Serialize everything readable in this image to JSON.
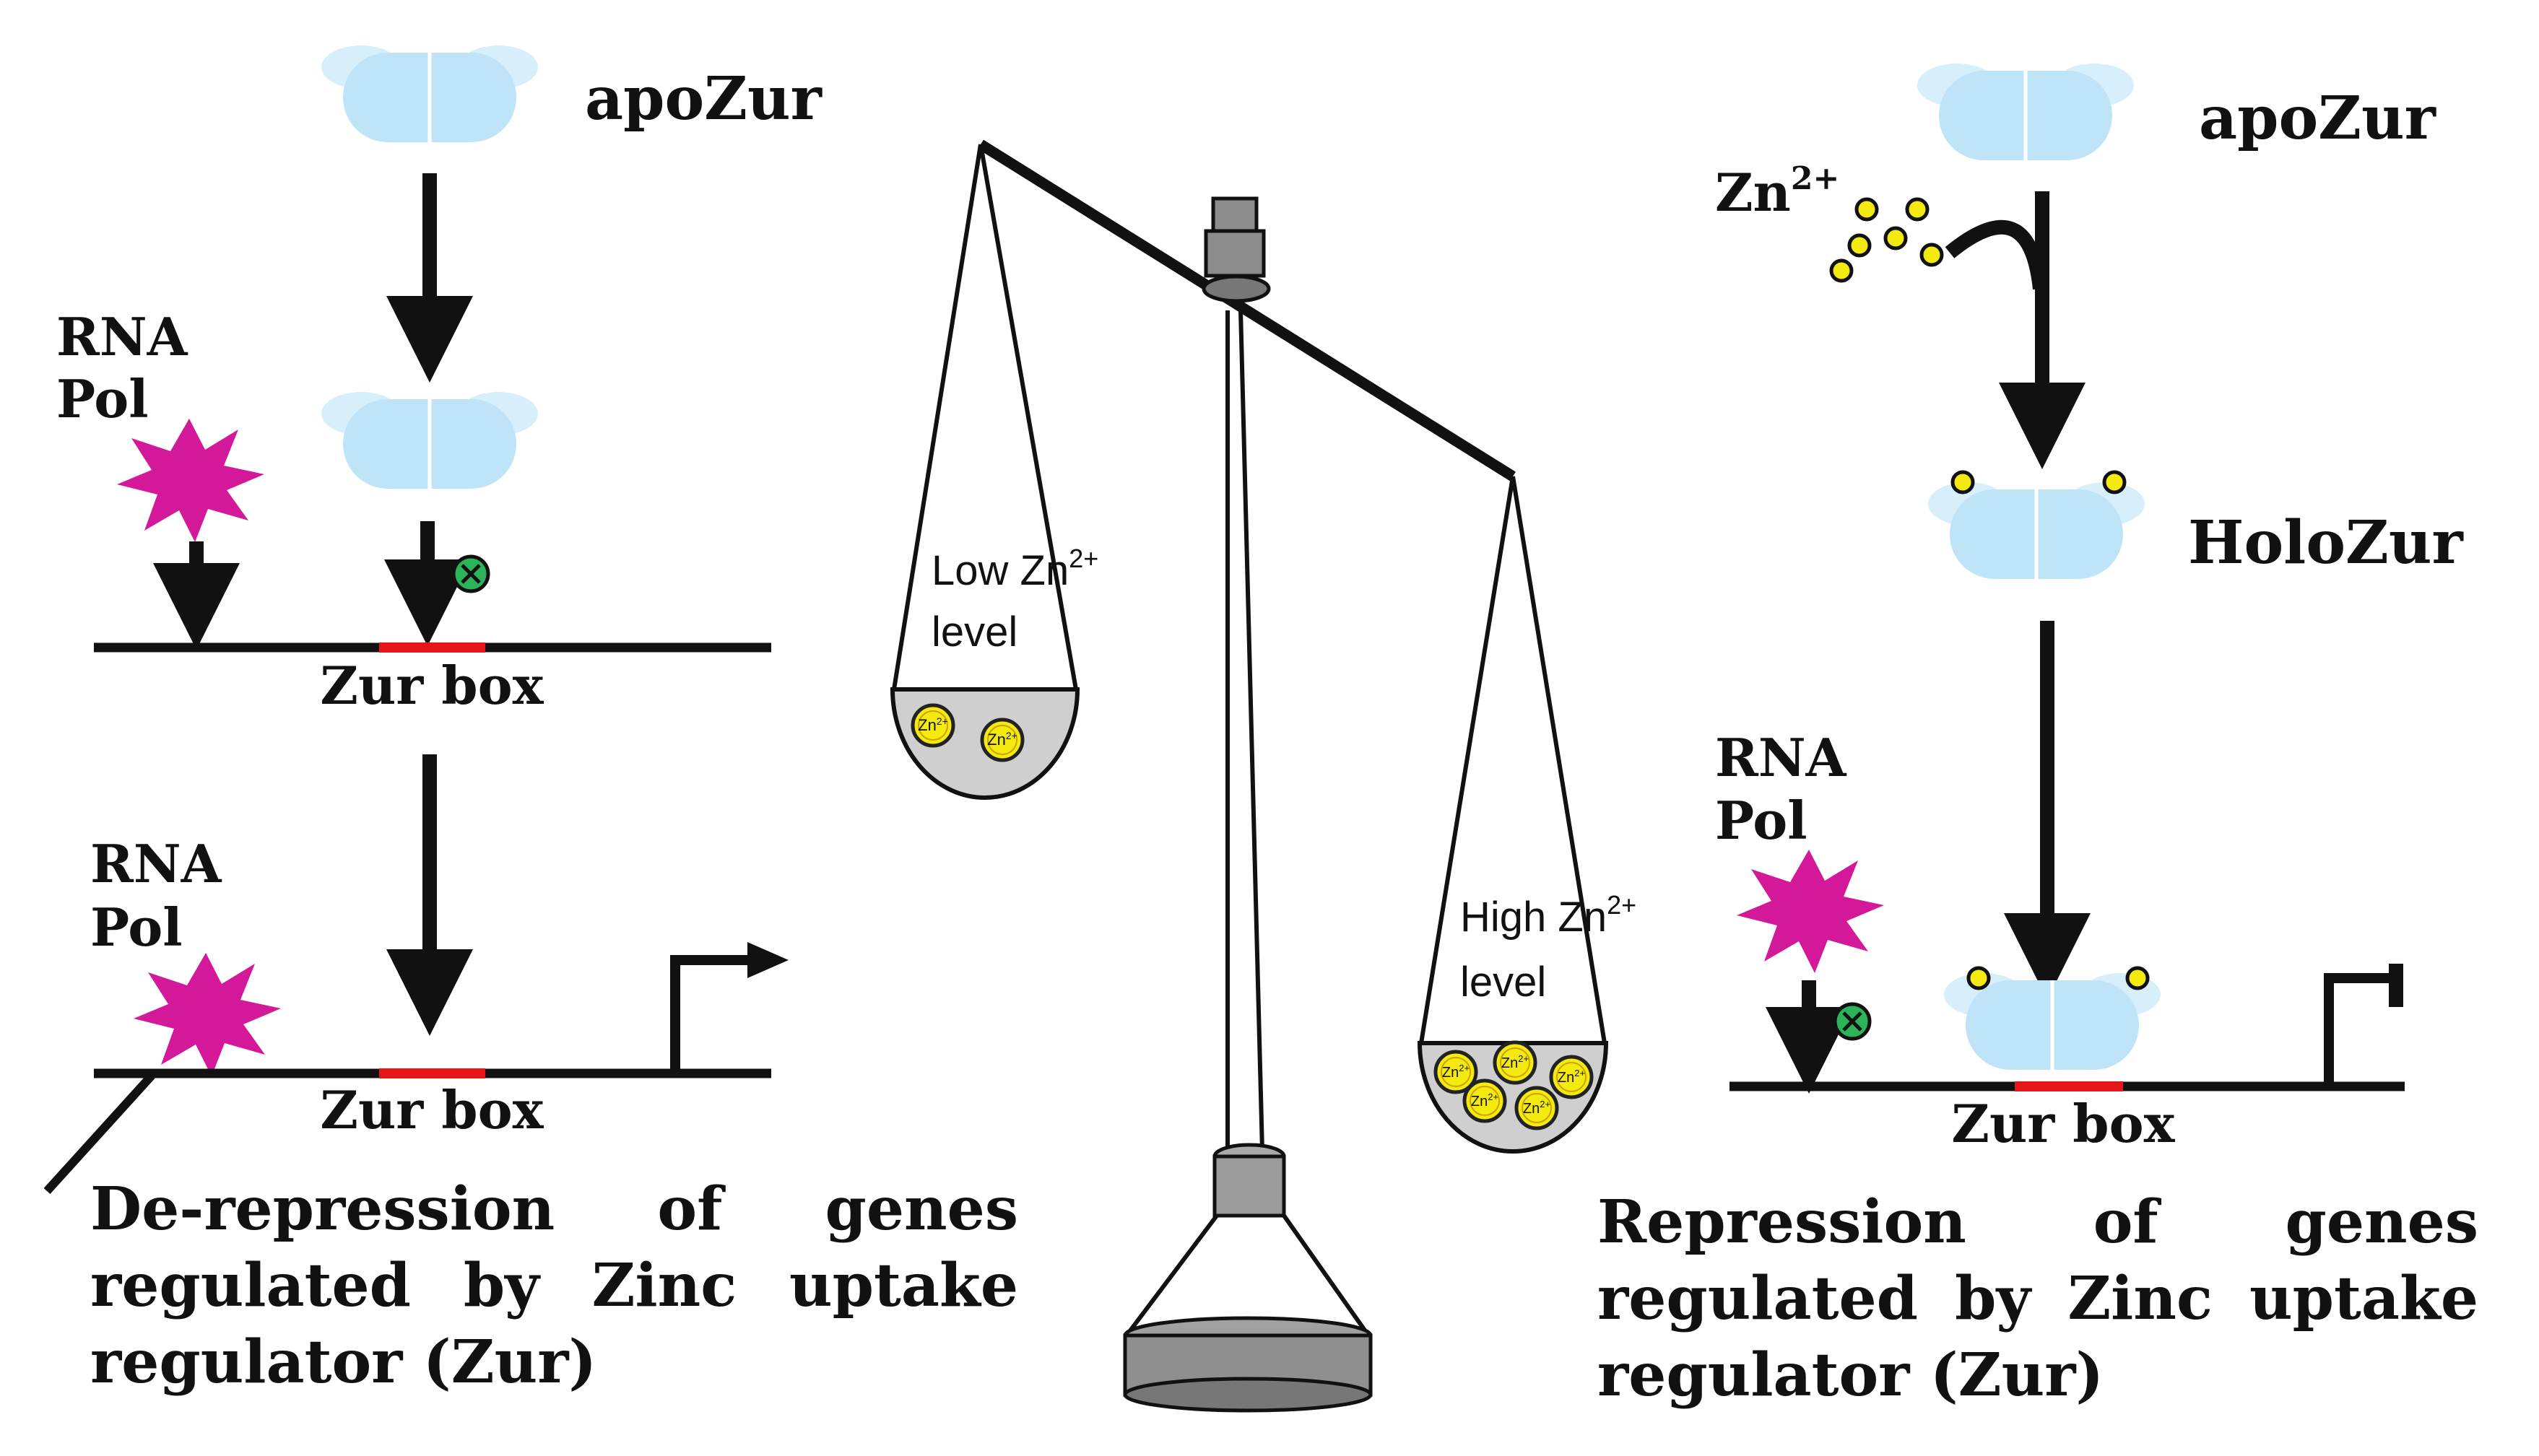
{
  "left_panel": {
    "top_protein_label": "apoZur",
    "rna_pol_line1": "RNA",
    "rna_pol_line2": "Pol",
    "zur_box_upper": "Zur box",
    "zur_box_lower": "Zur box",
    "rna_pol2_line1": "RNA",
    "rna_pol2_line2": "Pol",
    "description": "De-repression of genes regulated by Zinc uptake regulator (Zur)"
  },
  "balance": {
    "left_pan_line1": "Low Zn",
    "left_pan_sup": "2+",
    "left_pan_line2": "level",
    "right_pan_line1": "High Zn",
    "right_pan_sup": "2+",
    "right_pan_line2": "level",
    "ion_label": "Zn",
    "ion_sup": "2+"
  },
  "right_panel": {
    "top_protein_label": "apoZur",
    "zinc_label": "Zn",
    "zinc_sup": "2+",
    "holo_label": "HoloZur",
    "rna_pol_line1": "RNA",
    "rna_pol_line2": "Pol",
    "zur_box": "Zur box",
    "description": "Repression of genes regulated by Zinc uptake regulator (Zur)"
  },
  "colors": {
    "protein_fill": "#bfe3f7",
    "protein_ear": "#d7eefb",
    "zur_box_red": "#e3161b",
    "rna_pol_magenta": "#d4189a",
    "zinc_yellow": "#f4ea10",
    "block_green": "#2db45a",
    "pan_gray": "#cfcfcf",
    "metal_gray": "#8c8c8c"
  },
  "icons": [
    "apozur-protein-icon",
    "holozur-protein-icon",
    "rna-polymerase-icon",
    "zinc-ion-icon",
    "blocked-icon",
    "promoter-arrow-icon",
    "balance-scale-icon"
  ]
}
